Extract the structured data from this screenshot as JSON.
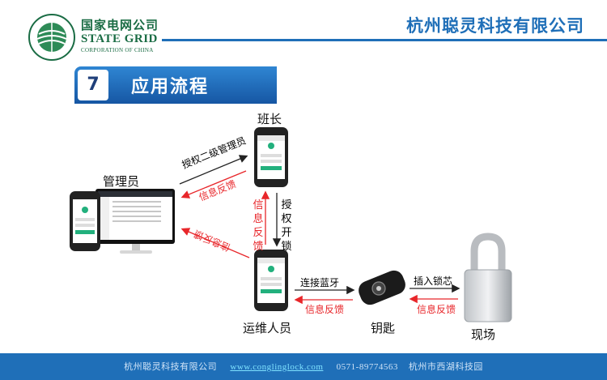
{
  "header": {
    "logo_cn": "国家电网公司",
    "logo_en": "STATE GRID",
    "logo_en_sub": "CORPORATION OF CHINA",
    "company": "杭州聪灵科技有限公司"
  },
  "section": {
    "number": "7",
    "title": "应用流程"
  },
  "roles": {
    "monitor": "班长",
    "admin": "管理员",
    "operator": "运维人员",
    "key": "钥匙",
    "site": "现场"
  },
  "arrows": {
    "authorize_admin": "授权二级管理员",
    "feedback_admin": "信息反馈",
    "feedback_operator_admin": "信息反馈",
    "feedback_vertical_red": "信息反馈",
    "authorize_unlock": "授权开锁",
    "connect_bt": "连接蓝牙",
    "feedback_key": "信息反馈",
    "insert_core": "插入锁芯",
    "feedback_lock": "信息反馈"
  },
  "footer": {
    "company": "杭州聪灵科技有限公司",
    "url": "www.conglinglock.com",
    "phone": "0571-89774563",
    "park": "杭州市西湖科技园"
  },
  "colors": {
    "blue": "#1f6fb8",
    "red": "#e8262a",
    "dark": "#1f3f7a"
  }
}
